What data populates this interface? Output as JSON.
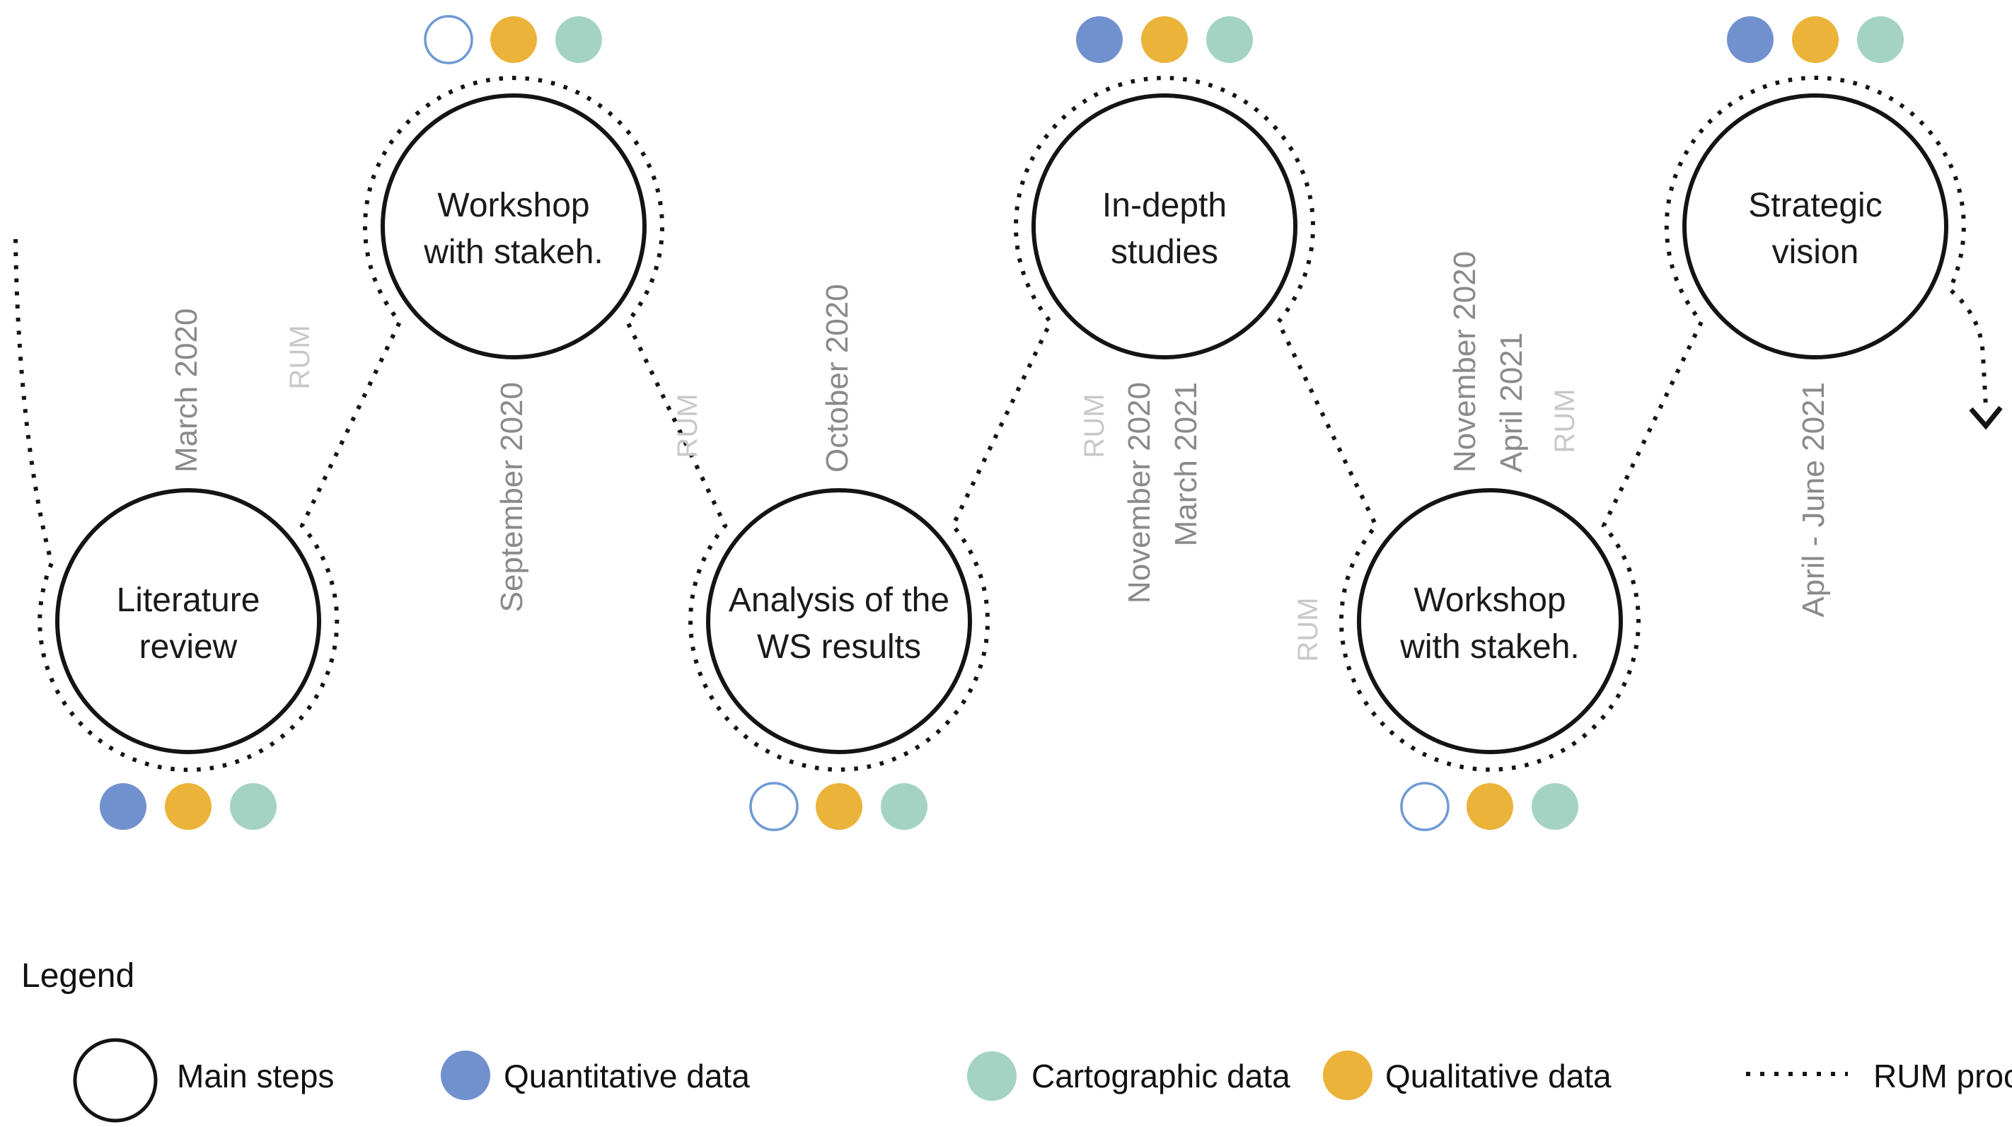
{
  "figure": {
    "type": "process-timeline",
    "description": "RUM process wave diagram with main steps and data-type dots"
  },
  "steps": [
    {
      "id": "literature-review",
      "label_lines": [
        "Literature",
        "review"
      ],
      "date_lines": [
        "March 2020"
      ],
      "position": "bottom",
      "dots": [
        {
          "type": "quantitative",
          "filled": true
        },
        {
          "type": "qualitative",
          "filled": true
        },
        {
          "type": "cartographic",
          "filled": true
        }
      ]
    },
    {
      "id": "workshop-1",
      "label_lines": [
        "Workshop",
        "with stakeh."
      ],
      "date_lines": [
        "September 2020"
      ],
      "position": "top",
      "dots": [
        {
          "type": "quantitative",
          "filled": false
        },
        {
          "type": "qualitative",
          "filled": true
        },
        {
          "type": "cartographic",
          "filled": true
        }
      ]
    },
    {
      "id": "analysis-ws-results",
      "label_lines": [
        "Analysis of the",
        "WS results"
      ],
      "date_lines": [
        "October 2020"
      ],
      "position": "bottom",
      "dots": [
        {
          "type": "quantitative",
          "filled": false
        },
        {
          "type": "qualitative",
          "filled": true
        },
        {
          "type": "cartographic",
          "filled": true
        }
      ]
    },
    {
      "id": "in-depth-studies",
      "label_lines": [
        "In-depth",
        "studies"
      ],
      "date_lines": [
        "November 2020",
        "March 2021"
      ],
      "position": "top",
      "dots": [
        {
          "type": "quantitative",
          "filled": true
        },
        {
          "type": "qualitative",
          "filled": true
        },
        {
          "type": "cartographic",
          "filled": true
        }
      ]
    },
    {
      "id": "workshop-2",
      "label_lines": [
        "Workshop",
        "with stakeh."
      ],
      "date_lines": [
        "November 2020",
        "April 2021"
      ],
      "position": "bottom",
      "dots": [
        {
          "type": "quantitative",
          "filled": false
        },
        {
          "type": "qualitative",
          "filled": true
        },
        {
          "type": "cartographic",
          "filled": true
        }
      ]
    },
    {
      "id": "strategic-vision",
      "label_lines": [
        "Strategic",
        "vision"
      ],
      "date_lines": [
        "April - June 2021"
      ],
      "position": "top",
      "dots": [
        {
          "type": "quantitative",
          "filled": true
        },
        {
          "type": "qualitative",
          "filled": true
        },
        {
          "type": "cartographic",
          "filled": true
        }
      ]
    }
  ],
  "rum_curve_labels": [
    "RUM",
    "RUM",
    "RUM",
    "RUM",
    "RUM"
  ],
  "legend": {
    "title": "Legend",
    "items": [
      {
        "label": "Main steps",
        "symbol": "main-step-circle"
      },
      {
        "label": "Quantitative data",
        "symbol": "dot",
        "color_key": "quantitative"
      },
      {
        "label": "Cartographic data",
        "symbol": "dot",
        "color_key": "cartographic"
      },
      {
        "label": "Qualitative data",
        "symbol": "dot",
        "color_key": "qualitative"
      },
      {
        "label": "RUM process",
        "symbol": "dotted-line"
      }
    ]
  },
  "colors": {
    "quantitative": "#7191CE",
    "qualitative": "#EBB339",
    "cartographic": "#A5D3C3",
    "empty_dot_stroke": "#6F9AD4",
    "step_circle_stroke": "#141414",
    "rum_curve": "#141414",
    "date_text": "#8A8A8A",
    "rum_text": "#C8C8C8",
    "label_text": "#1A1A1A"
  }
}
